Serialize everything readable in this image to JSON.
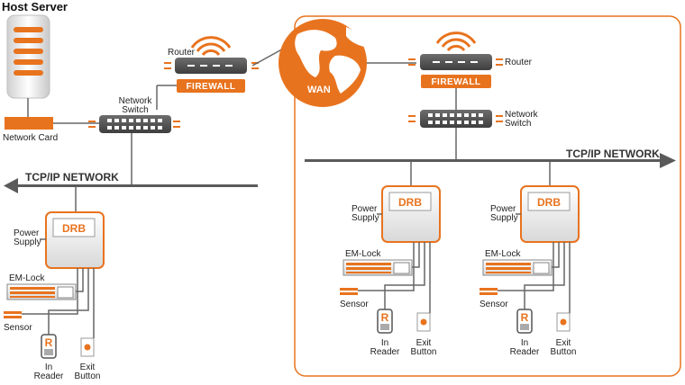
{
  "colors": {
    "accent": "#e8731e",
    "gray": "#5a5a5a",
    "line": "#666666"
  },
  "host": {
    "title": "Host Server",
    "network_card": "Network Card"
  },
  "left": {
    "router": "Router",
    "firewall": "FIREWALL",
    "switch_line1": "Network",
    "switch_line2": "Switch",
    "network": "TCP/IP NETWORK"
  },
  "wan": "WAN",
  "right": {
    "router": "Router",
    "firewall": "FIREWALL",
    "switch_line1": "Network",
    "switch_line2": "Switch",
    "network": "TCP/IP NETWORK"
  },
  "site": {
    "drb": "DRB",
    "power_line1": "Power",
    "power_line2": "Supply",
    "em_lock": "EM-Lock",
    "sensor": "Sensor",
    "reader_letter": "R",
    "reader_line1": "In",
    "reader_line2": "Reader",
    "exit_line1": "Exit",
    "exit_line2": "Button"
  }
}
